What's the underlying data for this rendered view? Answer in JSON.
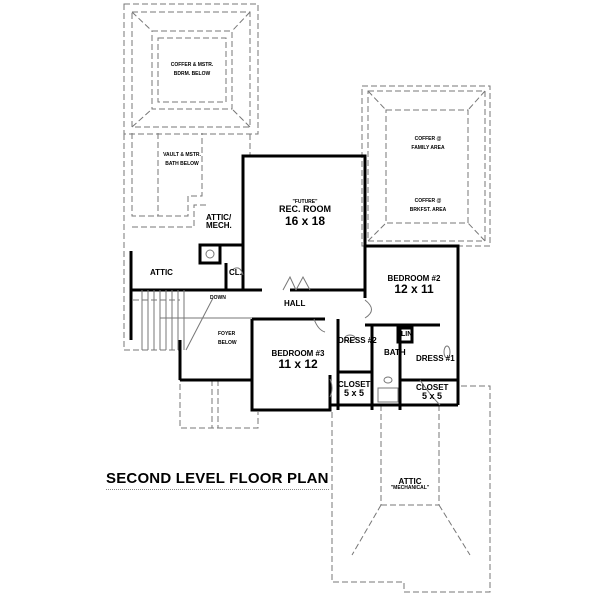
{
  "plan": {
    "title": "SECOND LEVEL FLOOR PLAN",
    "rooms": {
      "coffer_master_bdrm": {
        "line1": "COFFER & MSTR.",
        "line2": "BDRM. BELOW"
      },
      "vault_master_bath": {
        "line1": "VAULT & MSTR.",
        "line2": "BATH BELOW"
      },
      "attic_mech": {
        "line1": "ATTIC/",
        "line2": "MECH."
      },
      "rec_room": {
        "note": "\"FUTURE\"",
        "name": "REC. ROOM",
        "size": "16 x 18"
      },
      "coffer_family": {
        "line1": "COFFER @",
        "line2": "FAMILY AREA"
      },
      "coffer_brkfst": {
        "line1": "COFFER @",
        "line2": "BRKFST. AREA"
      },
      "attic_left": {
        "name": "ATTIC"
      },
      "closet_small": {
        "name": "CL."
      },
      "hall": {
        "name": "HALL"
      },
      "stairs": {
        "label": "DOWN"
      },
      "foyer": {
        "line1": "FOYER",
        "line2": "BELOW"
      },
      "bedroom2": {
        "name": "BEDROOM #2",
        "size": "12 x 11"
      },
      "bedroom3": {
        "name": "BEDROOM #3",
        "size": "11 x 12"
      },
      "dress2": {
        "name": "DRESS #2"
      },
      "dress1": {
        "name": "DRESS #1"
      },
      "lin": {
        "name": "LIN"
      },
      "bath": {
        "name": "BATH"
      },
      "closet_left": {
        "name": "CLOSET",
        "size": "5 x 5"
      },
      "closet_right": {
        "name": "CLOSET",
        "size": "5 x 5"
      },
      "attic_mechanical": {
        "name": "ATTIC",
        "note": "\"MECHANICAL\""
      }
    },
    "colors": {
      "wall": "#000000",
      "dashed": "#777777",
      "background": "#ffffff"
    }
  }
}
